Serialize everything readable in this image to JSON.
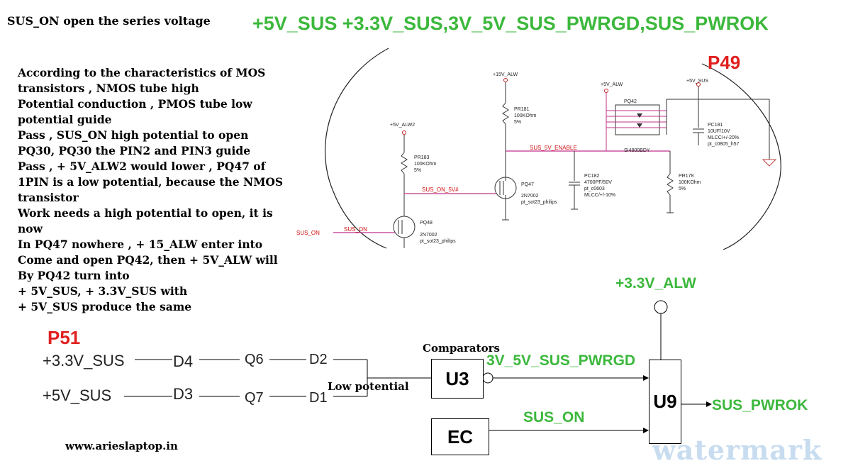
{
  "header": {
    "subtitle": "SUS_ON open the series voltage",
    "title": "+5V_SUS +3.3V_SUS,3V_5V_SUS_PWRGD,SUS_PWROK"
  },
  "description": {
    "lines": [
      "According to the characteristics of MOS",
      "transistors , NMOS tube high",
      "Potential conduction , PMOS tube low",
      "potential guide",
      "Pass , SUS_ON high potential to open",
      "PQ30, PQ30 the PIN2 and PIN3 guide",
      "Pass , + 5V_ALW2 would lower , PQ47 of",
      "1PIN is a low potential, because the NMOS",
      "transistor",
      "Work needs a high potential to open, it is",
      "now",
      "In PQ47 nowhere , + 15_ALW enter into",
      "Come and open PQ42, then + 5V_ALW will",
      "By PQ42 turn into",
      "+ 5V_SUS, + 3.3V_SUS with",
      "+ 5V_SUS produce the same"
    ]
  },
  "page_labels": {
    "p49": "P49",
    "p51": "P51"
  },
  "schematic": {
    "rails": {
      "v15_alw": "+15V_ALW",
      "v5_alw": "+5V_ALW",
      "v5_sus": "+5V_SUS",
      "v5_alw2": "+5V_ALW2"
    },
    "nets": {
      "sus_5v_enable": "SUS_5V_ENABLE",
      "sus_on_5v": "SUS_ON_5V#",
      "sus_on_in": "SUS_ON",
      "sus_on_net": "SUS_ON"
    },
    "pr181": [
      "PR181",
      "100KOhm",
      "5%"
    ],
    "pr183": [
      "PR183",
      "100KOhm",
      "5%"
    ],
    "pr178": [
      "PR178",
      "100KOhm",
      "5%"
    ],
    "pq42": {
      "name": "PQ42",
      "part": "SI4800BDY"
    },
    "pq47": [
      "PQ47",
      "2N7002",
      "pt_sot23_philips"
    ],
    "pq48": [
      "PQ48",
      "2N7002",
      "pt_sot23_philips"
    ],
    "pc182": [
      "PC182",
      "4700PF/50V",
      "pt_c0603",
      "MLCC/+/-10%"
    ],
    "pc181": [
      "PC181",
      "10UF/10V",
      "MLCC/+/-20%",
      "pt_c0805_h57"
    ]
  },
  "block_diagram": {
    "input1": "+3.3V_SUS",
    "input2": "+5V_SUS",
    "d4": "D4",
    "q6": "Q6",
    "d2": "D2",
    "d3": "D3",
    "q7": "Q7",
    "d1": "D1",
    "low_potential": "Low potential",
    "comparators": "Comparators",
    "u3": "U3",
    "ec": "EC",
    "u9": "U9",
    "pwrgd": "3V_5V_SUS_PWRGD",
    "sus_on": "SUS_ON",
    "alw": "+3.3V_ALW",
    "pwrok": "SUS_PWROK"
  },
  "footer": {
    "website": "www.arieslaptop.in",
    "watermark": "watermark"
  },
  "colors": {
    "green": "#3cb83c",
    "red": "#e02020",
    "schematic_pink": "#c0308c"
  }
}
